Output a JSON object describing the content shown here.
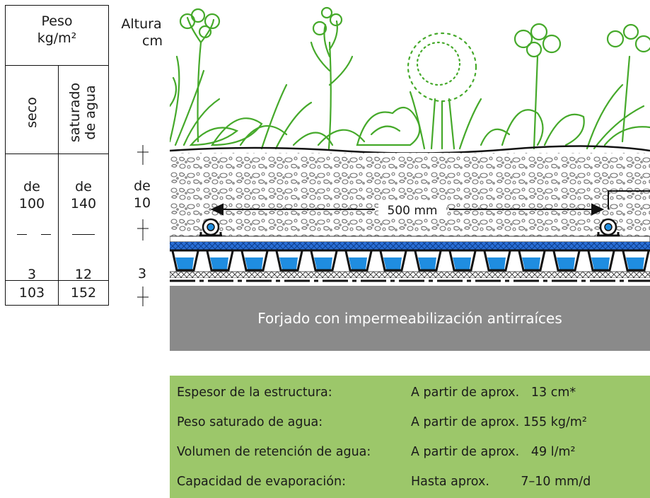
{
  "weight_table": {
    "header": "Peso\nkg/m²",
    "header_line1": "Peso",
    "header_line2": "kg/m²",
    "col_dry": "seco",
    "col_wet_line1": "saturado",
    "col_wet_line2": "de agua",
    "row1_dry_line1": "de",
    "row1_dry_line2": "100",
    "row1_wet_line1": "de",
    "row1_wet_line2": "140",
    "row2_dry": "3",
    "row2_wet": "12",
    "total_dry": "103",
    "total_wet": "152"
  },
  "height_column": {
    "header_line1": "Altura",
    "header_line2": "cm",
    "layer1_line1": "de",
    "layer1_line2": "10",
    "layer2": "3"
  },
  "diagram": {
    "dimension_label": "500 mm",
    "slab_label": "Forjado con impermeabilización antirraíces",
    "colors": {
      "plant": "#45a92a",
      "water": "#1f8de0",
      "drainage_blue": "#2a6fd6",
      "slab": "#8a8a8a",
      "info_bg": "#9cc76a"
    }
  },
  "info": [
    {
      "label": "Espesor de la estructura:",
      "value": "A partir de aprox.   13 cm*"
    },
    {
      "label": "Peso saturado de agua:",
      "value": "A partir de aprox. 155 kg/m²"
    },
    {
      "label": "Volumen de retención de agua:",
      "value": "A partir de aprox.   49 l/m²"
    },
    {
      "label": "Capacidad de evaporación:",
      "value": "Hasta aprox.        7–10 mm/d"
    }
  ]
}
